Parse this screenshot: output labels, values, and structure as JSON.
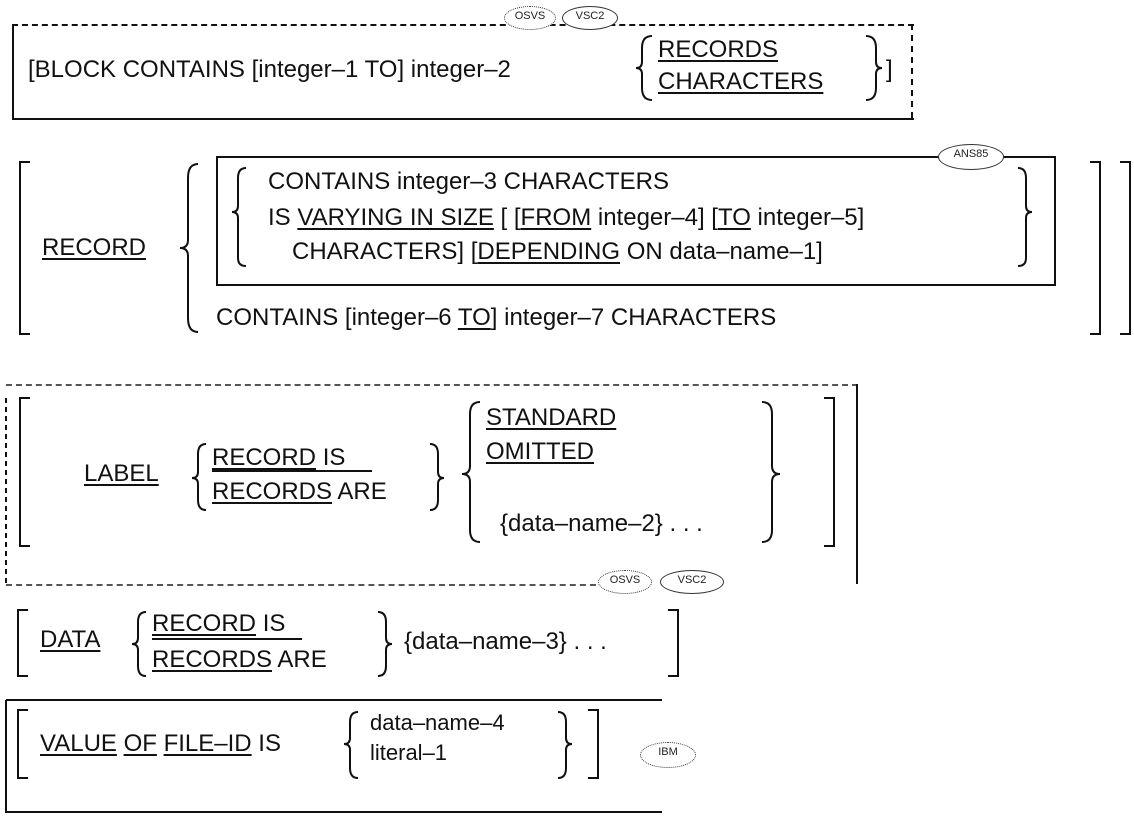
{
  "block_contains": {
    "prefix": "[BLOCK CONTAINS [integer–1 TO] integer–2",
    "records": "RECORDS",
    "characters": "CHARACTERS",
    "suffix": "]",
    "badge_osvs": "OSVS",
    "badge_vsc2": "VSC2"
  },
  "record": {
    "keyword": "RECORD",
    "alt1_line1": "CONTAINS integer–3 CHARACTERS",
    "alt1_line2_is": "IS",
    "alt1_line2_varying": "VARYING IN SIZE",
    "alt1_line2_rest_a": "[ [",
    "alt1_line2_from": "FROM",
    "alt1_line2_rest_b": "integer–4] [",
    "alt1_line2_to": "TO",
    "alt1_line2_rest_c": "integer–5]",
    "alt1_line3_a": "CHARACTERS] [",
    "alt1_line3_depending": "DEPENDING",
    "alt1_line3_b": "ON data–name–1]",
    "badge_ans85": "ANS85",
    "alt2_a": "CONTAINS [integer–6",
    "alt2_to": "TO",
    "alt2_b": "] integer–7 CHARACTERS"
  },
  "label": {
    "keyword": "LABEL",
    "record_is_a": "RECORD",
    "record_is_b": "IS",
    "records_are_a": "RECORDS",
    "records_are_b": "ARE",
    "standard": "STANDARD",
    "omitted": "OMITTED",
    "data_name": "{data–name–2}  . . .",
    "badge_osvs": "OSVS",
    "badge_vsc2": "VSC2"
  },
  "data": {
    "keyword": "DATA",
    "record_is_a": "RECORD",
    "record_is_b": "IS",
    "records_are_a": "RECORDS",
    "records_are_b": "ARE",
    "data_name": "{data–name–3}  . . ."
  },
  "value_of": {
    "value": "VALUE",
    "of": "OF",
    "file_id": "FILE–ID",
    "is": "IS",
    "data_name": "data–name–4",
    "literal": "literal–1",
    "badge": "IBM"
  }
}
